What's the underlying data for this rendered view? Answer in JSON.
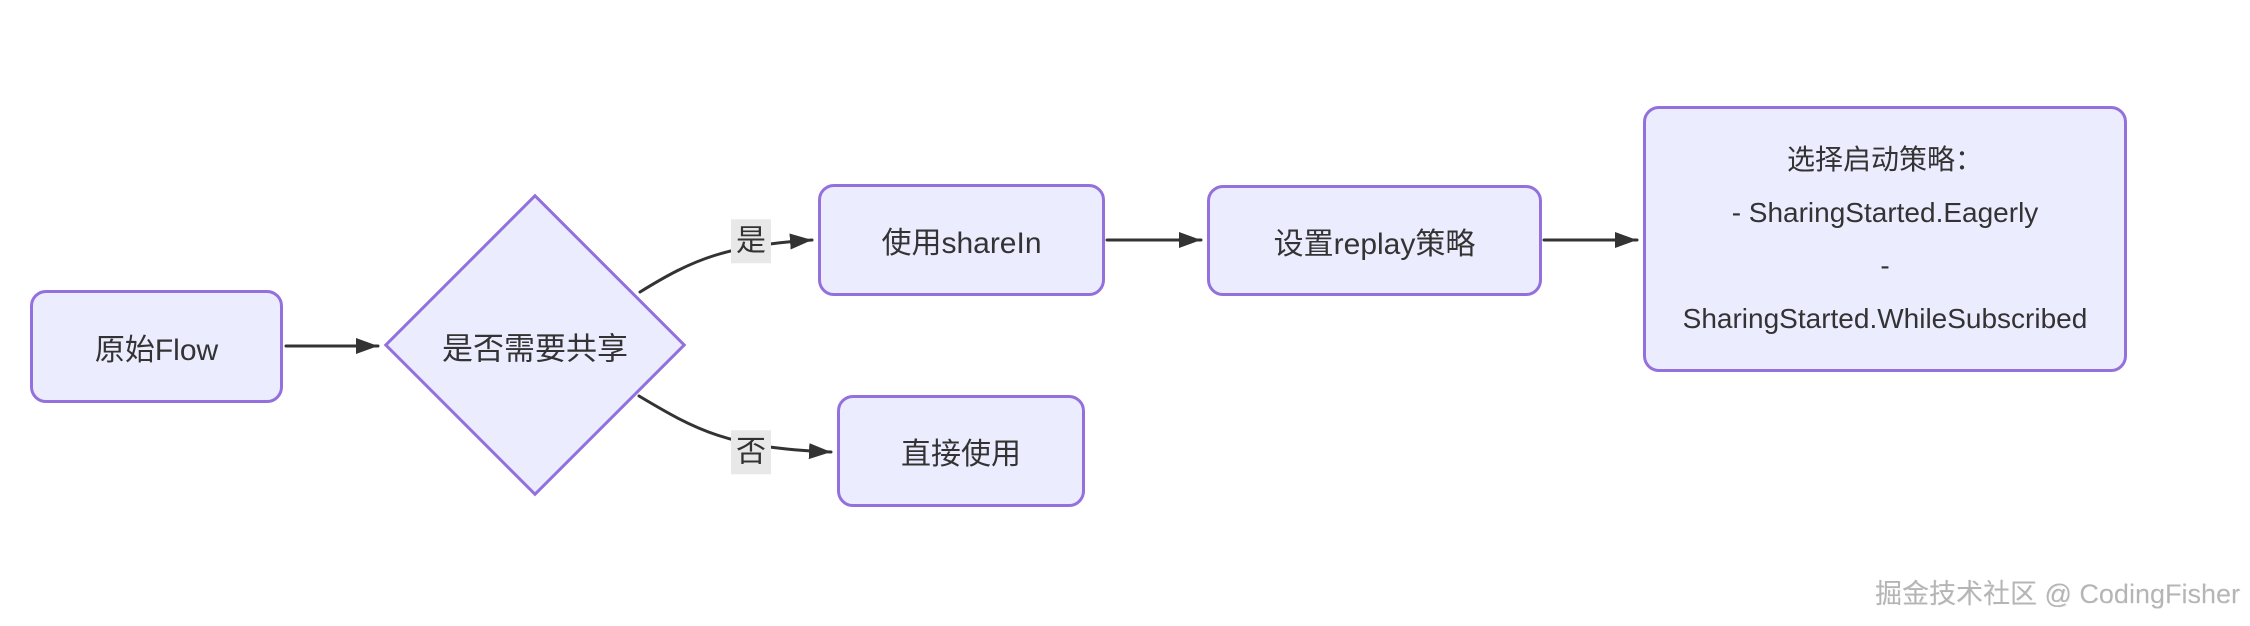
{
  "diagram": {
    "type": "flowchart-LR",
    "nodes": {
      "origin": {
        "label": "原始Flow",
        "shape": "rounded-rect"
      },
      "decision": {
        "label": "是否需要共享",
        "shape": "diamond"
      },
      "sharein": {
        "label": "使用shareIn",
        "shape": "rounded-rect"
      },
      "replay": {
        "label": "设置replay策略",
        "shape": "rounded-rect"
      },
      "strategy": {
        "shape": "rounded-rect",
        "lines": [
          "选择启动策略：",
          "- SharingStarted.Eagerly",
          "-",
          "SharingStarted.WhileSubscribed"
        ]
      },
      "direct": {
        "label": "直接使用",
        "shape": "rounded-rect"
      }
    },
    "edges": [
      {
        "from": "origin",
        "to": "decision",
        "label": ""
      },
      {
        "from": "decision",
        "to": "sharein",
        "label": "是"
      },
      {
        "from": "decision",
        "to": "direct",
        "label": "否"
      },
      {
        "from": "sharein",
        "to": "replay",
        "label": ""
      },
      {
        "from": "replay",
        "to": "strategy",
        "label": ""
      }
    ],
    "edge_labels": {
      "yes": "是",
      "no": "否"
    }
  },
  "watermark": "掘金技术社区 @ CodingFisher",
  "colors": {
    "node_fill": "#ECECFF",
    "node_border": "#9370DB",
    "edge_stroke": "#333333",
    "edge_label_bg": "#e8e8e8",
    "text": "#333333",
    "watermark_text": "#b5b5b5",
    "background": "#ffffff"
  }
}
